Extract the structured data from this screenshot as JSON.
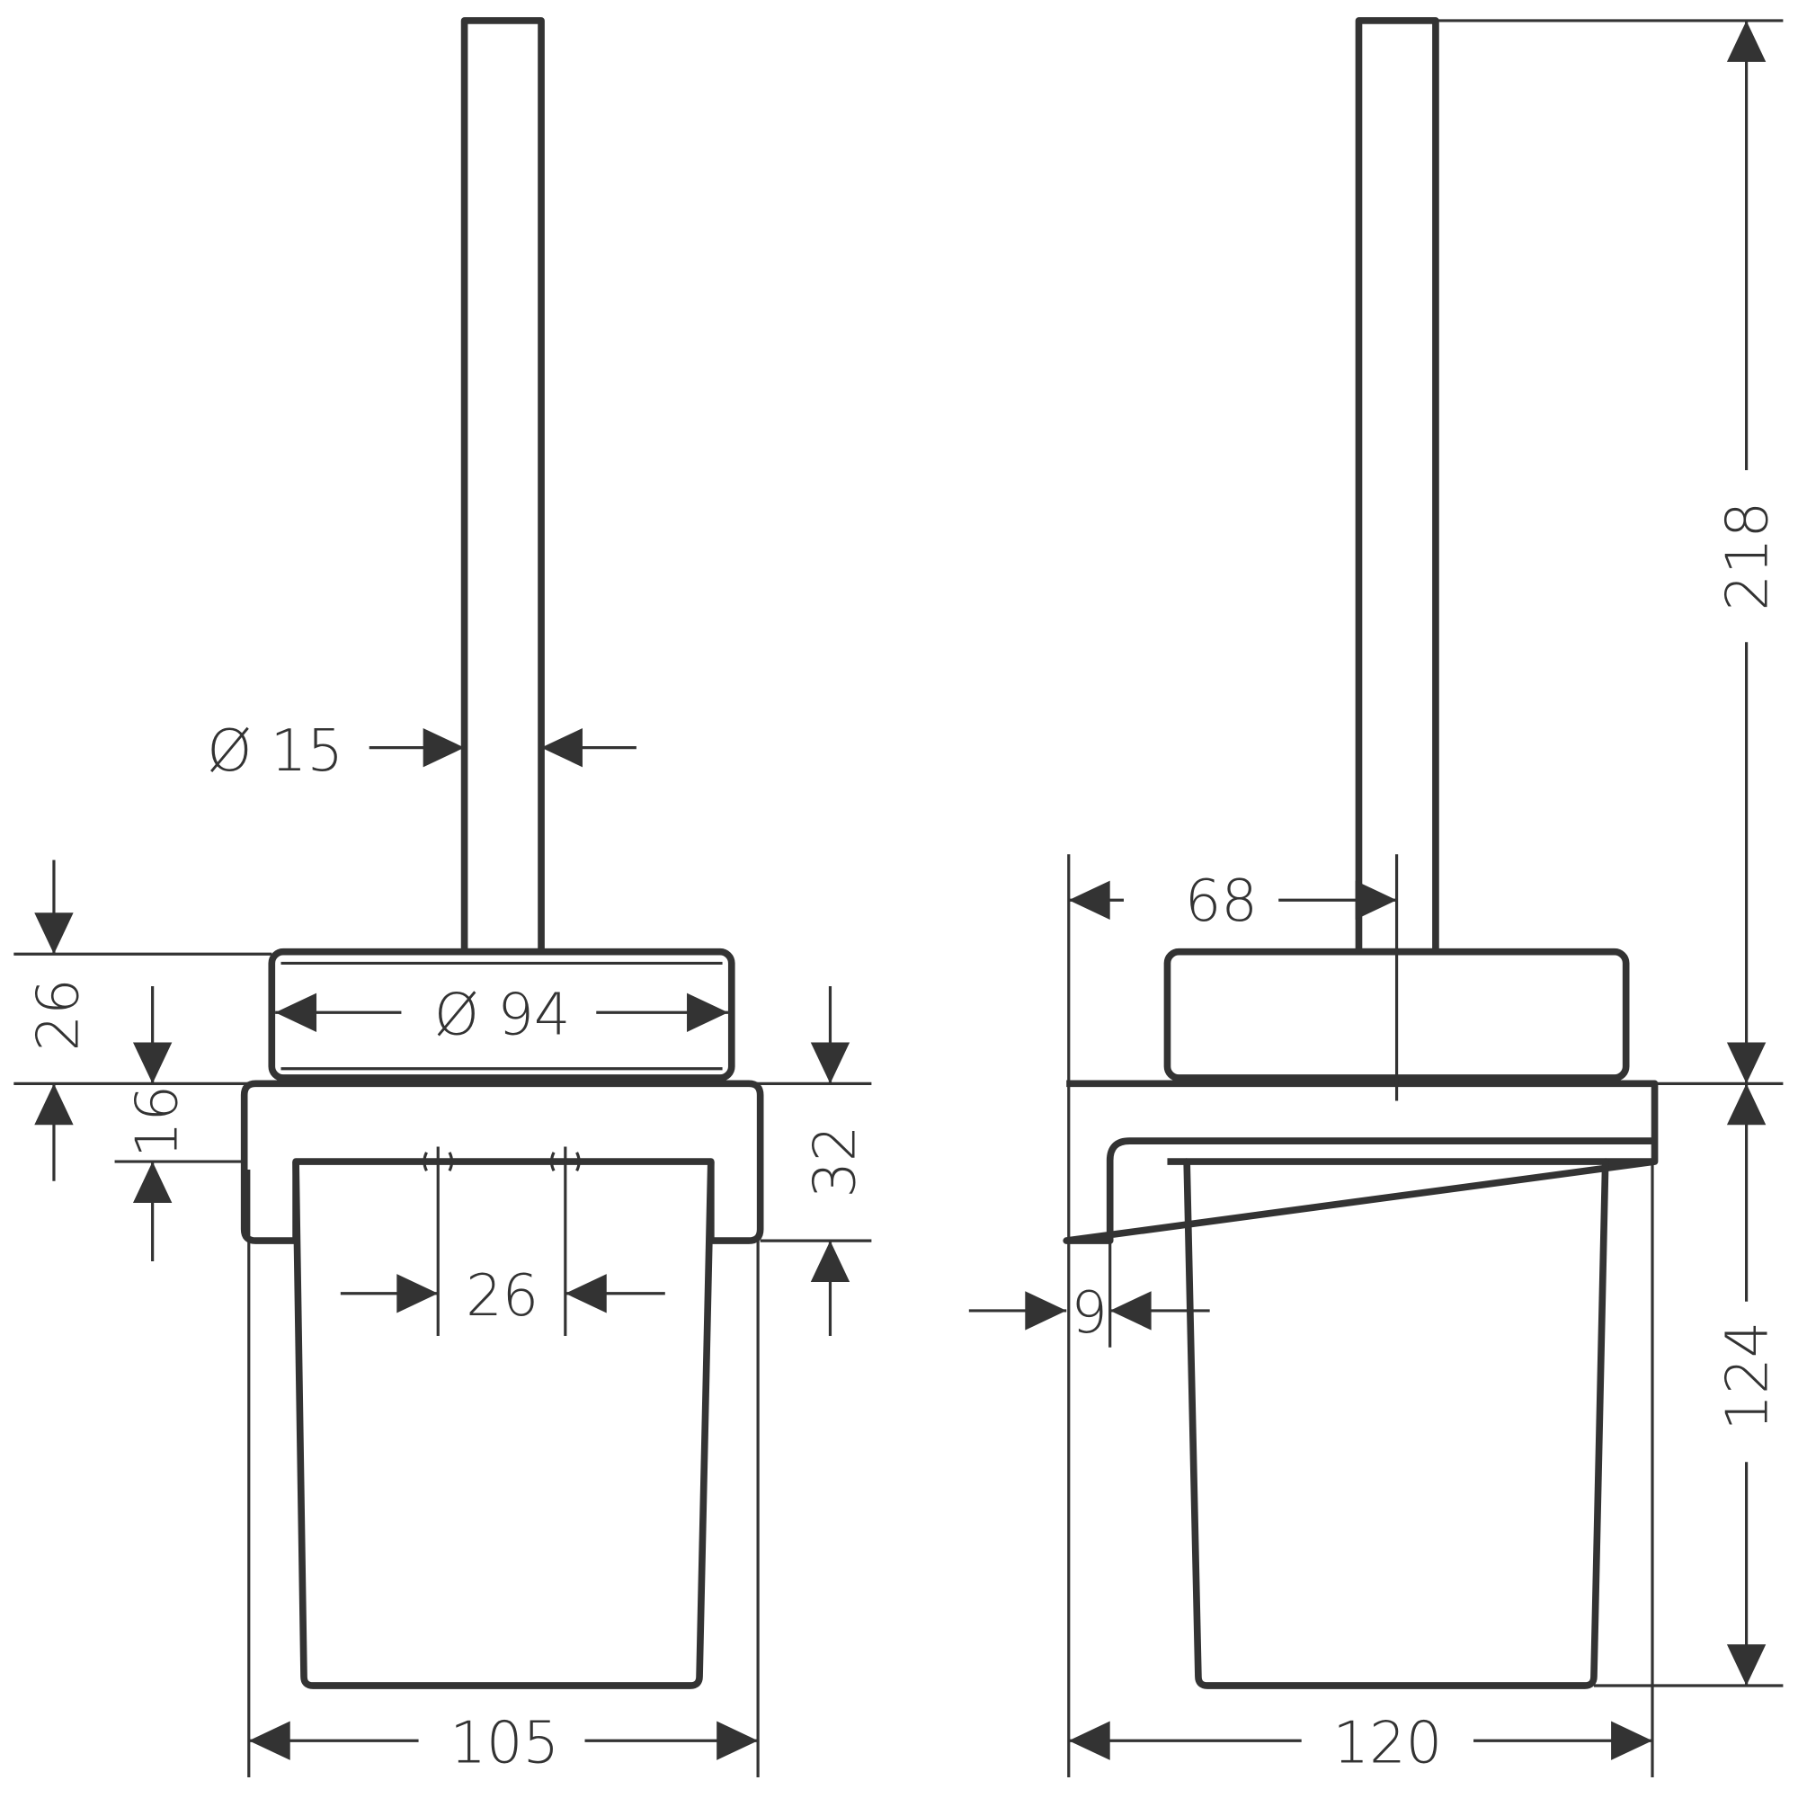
{
  "drawing": {
    "front_view": {
      "handle_diameter": "Ø 15",
      "cap_diameter": "Ø 94",
      "cap_height": "26",
      "bracket_height": "16",
      "bracket_to_cup_top": "32",
      "hole_spacing": "26",
      "overall_width": "105"
    },
    "side_view": {
      "handle_offset": "68",
      "bracket_thickness": "9",
      "overall_depth": "120",
      "handle_length_above_bracket": "218",
      "cup_height_below_bracket": "124"
    },
    "line_color": "#333333"
  }
}
